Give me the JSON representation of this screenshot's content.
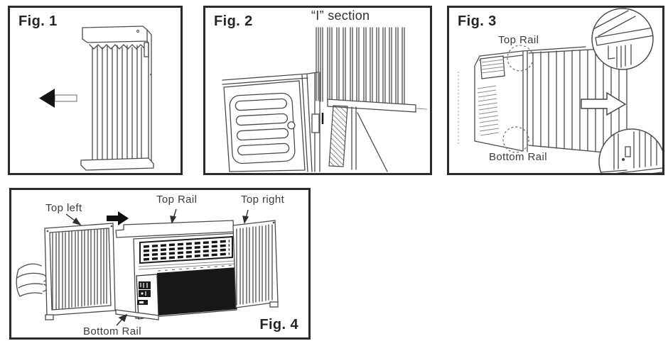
{
  "document_title": "Window air conditioner curtain installation figures",
  "colors": {
    "background": "#ffffff",
    "panel_border": "#2b2b2b",
    "line_art": "#4a4a4a",
    "solid_black": "#141414",
    "caption_text": "#252525",
    "label_text": "#3a3a3a"
  },
  "icons": {
    "fig1_arrow": "solid-left-arrow",
    "fig3_arrow": "outline-right-arrow",
    "fig4_arrow": "solid-right-arrow",
    "fig3_callouts": "dashed-circle-magnifier-insets"
  },
  "figure1": {
    "caption": "Fig. 1"
  },
  "figure2": {
    "caption": "Fig. 2",
    "section_label": "“I” section"
  },
  "figure3": {
    "caption": "Fig. 3",
    "labels": {
      "top_rail": "Top Rail",
      "bottom_rail": "Bottom Rail"
    }
  },
  "figure4": {
    "caption": "Fig. 4",
    "labels": {
      "top_left": "Top left",
      "top_rail": "Top Rail",
      "top_right": "Top right",
      "bottom_rail": "Bottom Rail"
    }
  }
}
